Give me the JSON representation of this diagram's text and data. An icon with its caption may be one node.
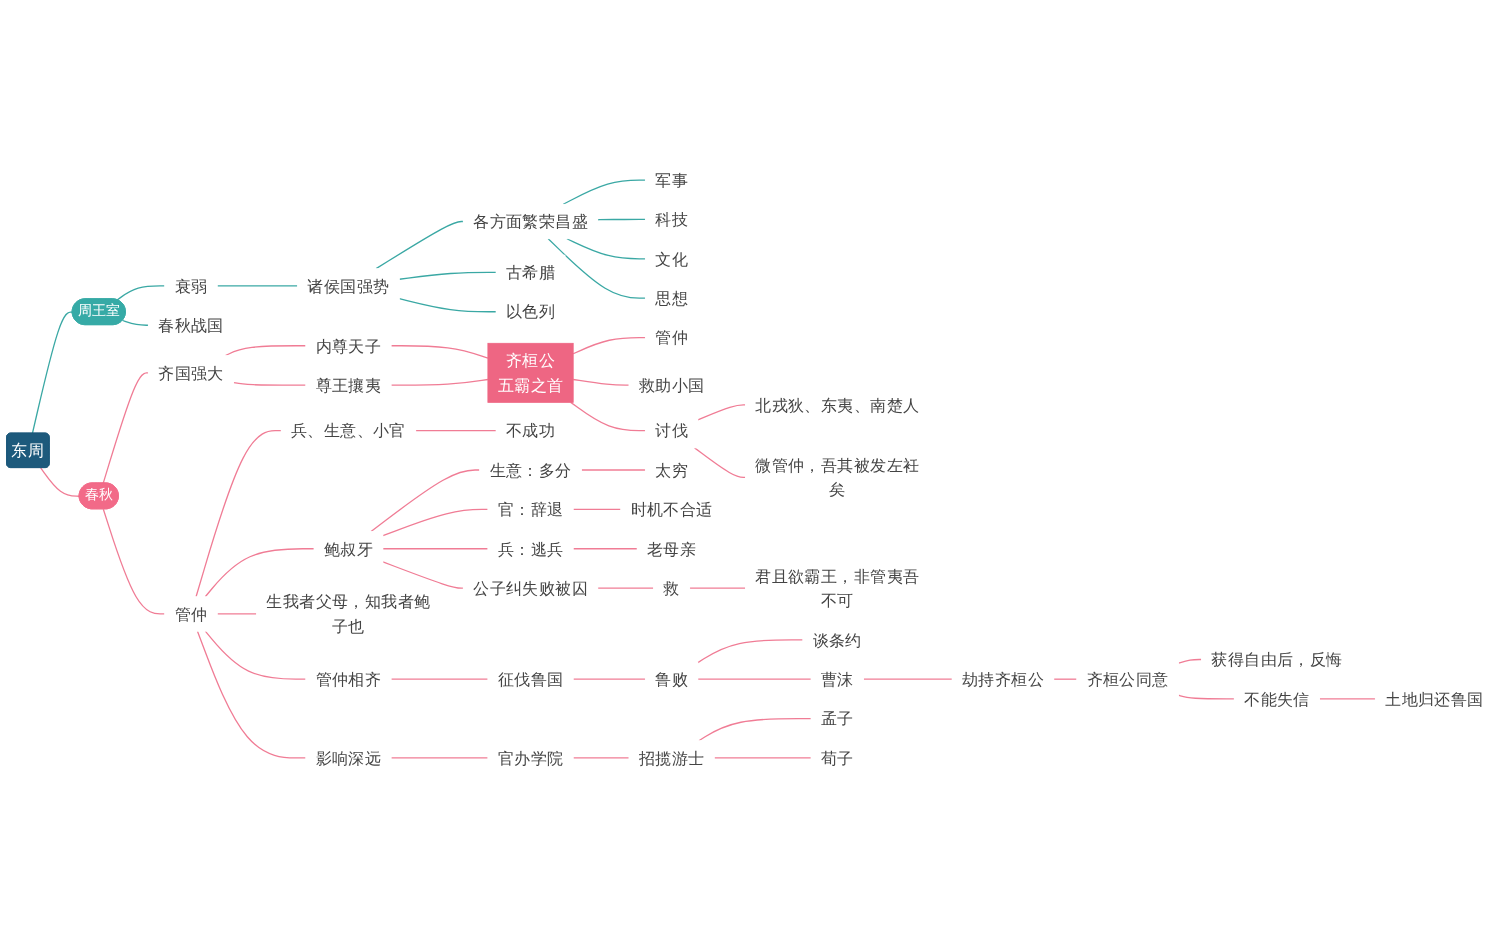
{
  "diagram": {
    "nodes": [
      {
        "text": [
          "东周"
        ]
      },
      {
        "text": [
          "周王室"
        ]
      },
      {
        "text": [
          "衰弱"
        ]
      },
      {
        "text": [
          "诸侯国强势"
        ]
      },
      {
        "text": [
          "各方面繁荣昌盛"
        ]
      },
      {
        "text": [
          "军事"
        ]
      },
      {
        "text": [
          "科技"
        ]
      },
      {
        "text": [
          "文化"
        ]
      },
      {
        "text": [
          "思想"
        ]
      },
      {
        "text": [
          "古希腊"
        ]
      },
      {
        "text": [
          "以色列"
        ]
      },
      {
        "text": [
          "春秋战国"
        ]
      },
      {
        "text": [
          "春秋"
        ]
      },
      {
        "text": [
          "齐国强大"
        ]
      },
      {
        "text": [
          "内尊天子"
        ]
      },
      {
        "text": [
          "尊王攘夷"
        ]
      },
      {
        "text": [
          "齐桓公",
          "五霸之首"
        ]
      },
      {
        "text": [
          "管仲"
        ]
      },
      {
        "text": [
          "救助小国"
        ]
      },
      {
        "text": [
          "讨伐"
        ]
      },
      {
        "text": [
          "北戎狄、东夷、南楚人"
        ]
      },
      {
        "text": [
          "微管仲，吾其被发左衽矣"
        ]
      },
      {
        "text": [
          "管仲"
        ]
      },
      {
        "text": [
          "兵、生意、小官"
        ]
      },
      {
        "text": [
          "不成功"
        ]
      },
      {
        "text": [
          "鲍叔牙"
        ]
      },
      {
        "text": [
          "生意：多分"
        ]
      },
      {
        "text": [
          "太穷"
        ]
      },
      {
        "text": [
          "官：辞退"
        ]
      },
      {
        "text": [
          "时机不合适"
        ]
      },
      {
        "text": [
          "兵：逃兵"
        ]
      },
      {
        "text": [
          "老母亲"
        ]
      },
      {
        "text": [
          "公子纠失败被囚"
        ]
      },
      {
        "text": [
          "救"
        ]
      },
      {
        "text": [
          "君且欲霸王，非管夷吾不可"
        ]
      },
      {
        "text": [
          "生我者父母，知我者鲍子也"
        ]
      },
      {
        "text": [
          "管仲相齐"
        ]
      },
      {
        "text": [
          "征伐鲁国"
        ]
      },
      {
        "text": [
          "鲁败"
        ]
      },
      {
        "text": [
          "谈条约"
        ]
      },
      {
        "text": [
          "曹沫"
        ]
      },
      {
        "text": [
          "劫持齐桓公"
        ]
      },
      {
        "text": [
          "齐桓公同意"
        ]
      },
      {
        "text": [
          "获得自由后，反悔"
        ]
      },
      {
        "text": [
          "不能失信"
        ]
      },
      {
        "text": [
          "土地归还鲁国"
        ]
      },
      {
        "text": [
          "影响深远"
        ]
      },
      {
        "text": [
          "官办学院"
        ]
      },
      {
        "text": [
          "招揽游士"
        ]
      },
      {
        "text": [
          "孟子"
        ]
      },
      {
        "text": [
          "荀子"
        ]
      }
    ],
    "edges": [
      {
        "from": 0,
        "to": 1,
        "arrow": "none",
        "color": "#3aa8a4"
      },
      {
        "from": 1,
        "to": 2,
        "arrow": "none",
        "color": "#3aa8a4"
      },
      {
        "from": 2,
        "to": 3,
        "arrow": "none",
        "color": "#3aa8a4"
      },
      {
        "from": 3,
        "to": 4,
        "arrow": "none",
        "color": "#3aa8a4"
      },
      {
        "from": 4,
        "to": 5,
        "arrow": "none",
        "color": "#3aa8a4"
      },
      {
        "from": 4,
        "to": 6,
        "arrow": "none",
        "color": "#3aa8a4"
      },
      {
        "from": 4,
        "to": 7,
        "arrow": "none",
        "color": "#3aa8a4"
      },
      {
        "from": 4,
        "to": 8,
        "arrow": "none",
        "color": "#3aa8a4"
      },
      {
        "from": 3,
        "to": 9,
        "arrow": "none",
        "color": "#3aa8a4"
      },
      {
        "from": 3,
        "to": 10,
        "arrow": "none",
        "color": "#3aa8a4"
      },
      {
        "from": 1,
        "to": 11,
        "arrow": "none",
        "color": "#3aa8a4"
      },
      {
        "from": 0,
        "to": 12,
        "arrow": "none"
      },
      {
        "from": 12,
        "to": 13,
        "arrow": "none"
      },
      {
        "from": 13,
        "to": 14,
        "arrow": "none"
      },
      {
        "from": 13,
        "to": 15,
        "arrow": "none"
      },
      {
        "from": 14,
        "to": 16,
        "arrow": "none"
      },
      {
        "from": 15,
        "to": 16,
        "arrow": "none"
      },
      {
        "from": 16,
        "to": 17,
        "arrow": "none"
      },
      {
        "from": 16,
        "to": 18,
        "arrow": "none"
      },
      {
        "from": 16,
        "to": 19,
        "arrow": "none"
      },
      {
        "from": 19,
        "to": 20,
        "arrow": "none"
      },
      {
        "from": 19,
        "to": 21,
        "arrow": "none"
      },
      {
        "from": 12,
        "to": 22,
        "arrow": "none"
      },
      {
        "from": 22,
        "to": 23,
        "arrow": "none"
      },
      {
        "from": 23,
        "to": 24,
        "arrow": "none"
      },
      {
        "from": 22,
        "to": 25,
        "arrow": "none"
      },
      {
        "from": 25,
        "to": 26,
        "arrow": "none"
      },
      {
        "from": 26,
        "to": 27,
        "arrow": "none"
      },
      {
        "from": 25,
        "to": 28,
        "arrow": "none"
      },
      {
        "from": 28,
        "to": 29,
        "arrow": "none"
      },
      {
        "from": 25,
        "to": 30,
        "arrow": "none"
      },
      {
        "from": 30,
        "to": 31,
        "arrow": "none"
      },
      {
        "from": 25,
        "to": 32,
        "arrow": "none"
      },
      {
        "from": 32,
        "to": 33,
        "arrow": "none"
      },
      {
        "from": 33,
        "to": 34,
        "arrow": "none"
      },
      {
        "from": 22,
        "to": 35,
        "arrow": "none"
      },
      {
        "from": 22,
        "to": 36,
        "arrow": "none"
      },
      {
        "from": 36,
        "to": 37,
        "arrow": "none"
      },
      {
        "from": 37,
        "to": 38,
        "arrow": "none"
      },
      {
        "from": 38,
        "to": 39,
        "arrow": "none"
      },
      {
        "from": 38,
        "to": 40,
        "arrow": "none"
      },
      {
        "from": 40,
        "to": 41,
        "arrow": "none"
      },
      {
        "from": 41,
        "to": 42,
        "arrow": "none"
      },
      {
        "from": 42,
        "to": 43,
        "arrow": "none"
      },
      {
        "from": 42,
        "to": 44,
        "arrow": "none"
      },
      {
        "from": 44,
        "to": 45,
        "arrow": "none"
      },
      {
        "from": 22,
        "to": 46,
        "arrow": "none"
      },
      {
        "from": 46,
        "to": 47,
        "arrow": "none"
      },
      {
        "from": 47,
        "to": 48,
        "arrow": "none"
      },
      {
        "from": 48,
        "to": 49,
        "arrow": "none"
      },
      {
        "from": 48,
        "to": 50,
        "arrow": "none"
      }
    ]
  }
}
